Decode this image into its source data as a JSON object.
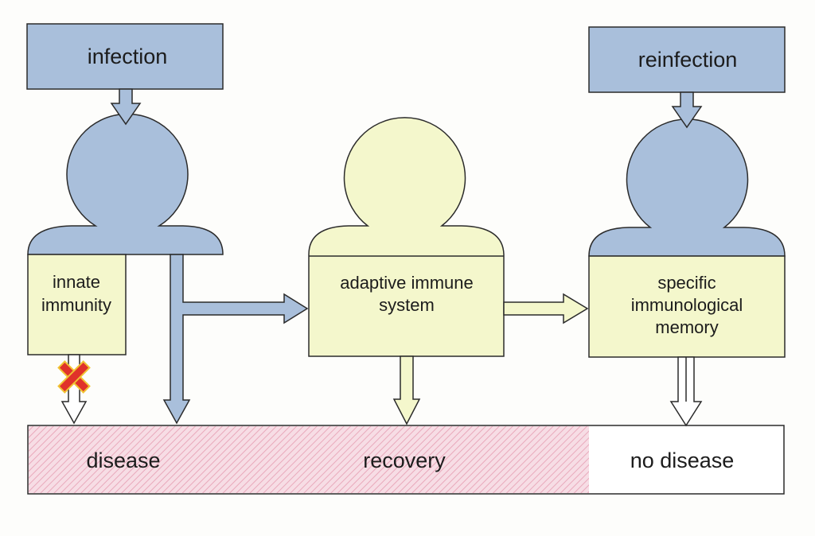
{
  "colors": {
    "blue": "#a9bfdb",
    "pale_yellow": "#f4f7cc",
    "pink_pattern": "#e9a9bb",
    "outline": "#2b2b2b",
    "cross_red": "#e0322a",
    "cross_yellow": "#f1c232"
  },
  "boxes": {
    "infection": "infection",
    "reinfection": "reinfection"
  },
  "figures": {
    "innate": {
      "line1": "innate",
      "line2": "immunity"
    },
    "adaptive": {
      "line1": "adaptive immune",
      "line2": "system"
    },
    "memory": {
      "line1": "specific",
      "line2": "immunological",
      "line3": "memory"
    }
  },
  "outcomes": {
    "disease": "disease",
    "recovery": "recovery",
    "no_disease": "no disease"
  },
  "icons": {
    "blocked": "red-cross-icon"
  }
}
